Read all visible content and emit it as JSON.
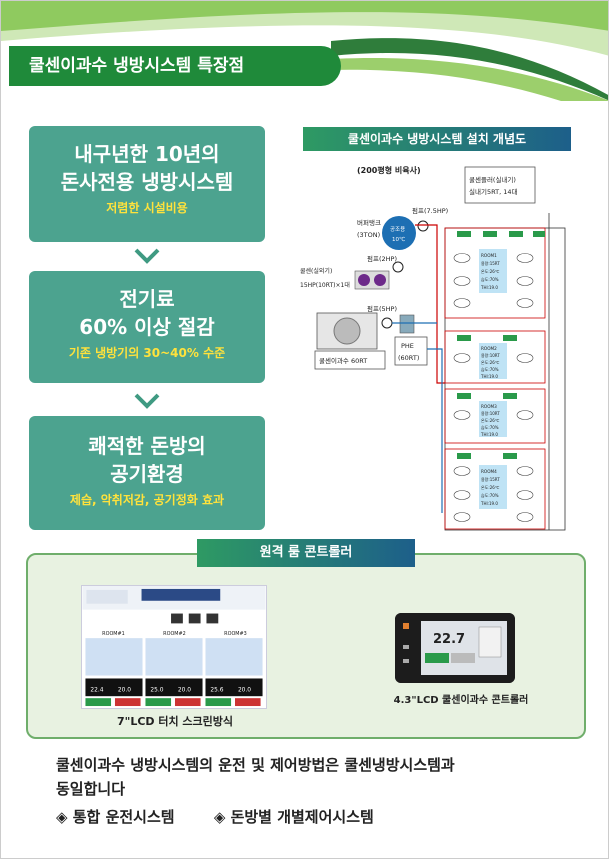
{
  "header": {
    "title": "쿨센이과수 냉방시스템 특장점"
  },
  "flow": [
    {
      "line1": "내구년한 10년의",
      "line2": "돈사전용 냉방시스템",
      "sub": "저렴한 시설비용"
    },
    {
      "line1": "전기료",
      "line2": "60% 이상 절감",
      "sub": "기존 냉방기의 30~40% 수준"
    },
    {
      "line1": "쾌적한 돈방의",
      "line2": "공기환경",
      "sub": "제습, 악취저감, 공기정화 효과"
    }
  ],
  "concept": {
    "title": "쿨센이과수 냉방시스템 설치 개념도",
    "farm": "(200평형 비육사)",
    "cooler_label": "쿨센플러(실내기)",
    "cooler_spec": "실내기5RT, 14대",
    "buffer_tank": "버퍼탱크",
    "buffer_spec": "(3TON)",
    "tank_face": "공조용",
    "tank_temp": "10℃",
    "pump1": "펌프(7.5HP)",
    "pump2": "펌프(2HP)",
    "pump3": "펌프(5HP)",
    "outdoor": "쿨센(실외기)",
    "outdoor_spec": "15HP(10RT)×1대",
    "phe": "PHE",
    "phe_spec": "(60RT)",
    "main_unit": "쿨센이과수 60RT",
    "rooms": [
      {
        "name": "ROOM1",
        "lines": [
          "용량:15RT",
          "온도:26℃",
          "습도:70%",
          "THI:19.0"
        ]
      },
      {
        "name": "ROOM2",
        "lines": [
          "용량:10RT",
          "온도:26℃",
          "습도:70%",
          "THI:19.0"
        ]
      },
      {
        "name": "ROOM3",
        "lines": [
          "용량:10RT",
          "온도:26℃",
          "습도:70%",
          "THI:19.0"
        ]
      },
      {
        "name": "ROOM4",
        "lines": [
          "용량:15RT",
          "온도:26℃",
          "습도:70%",
          "THI:19.0"
        ]
      }
    ]
  },
  "remote": {
    "title": "원격 룸 콘트롤러",
    "lcd7_caption": "7\"LCD 터치 스크린방식",
    "lcd43_caption": "4.3\"LCD 쿨센이과수 콘트롤러",
    "lcd7_rooms": [
      "ROOM#1",
      "ROOM#2",
      "ROOM#3"
    ],
    "lcd7_values": [
      "22.4",
      "20.0",
      "25.0",
      "20.0",
      "25.6",
      "20.0"
    ],
    "lcd43_value": "22.7"
  },
  "footer": {
    "line1": "쿨센이과수 냉방시스템의 운전 및 제어방법은 쿨센냉방시스템과",
    "line2": "동일합니다",
    "bullet1": "◈ 통합 운전시스템",
    "bullet2": "◈ 돈방별 개별제어시스템"
  },
  "colors": {
    "brand_green": "#1f8a3a",
    "flow_teal": "#4ca38f",
    "accent_yellow": "#ffe23c"
  }
}
